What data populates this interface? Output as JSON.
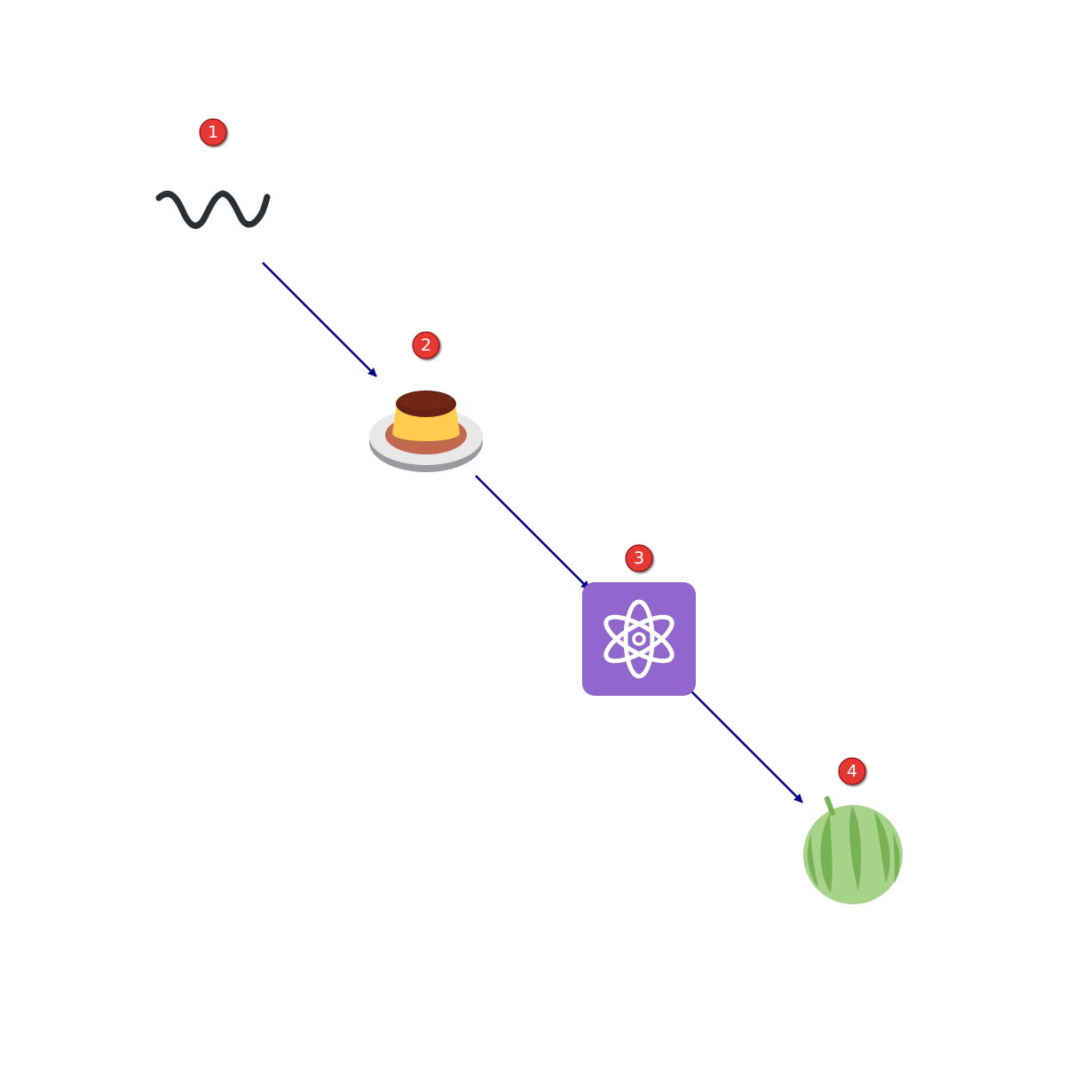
{
  "diagram": {
    "type": "flow",
    "steps": [
      {
        "number": "1",
        "icon": "wavy-dash-icon"
      },
      {
        "number": "2",
        "icon": "custard-flan-icon"
      },
      {
        "number": "3",
        "icon": "atom-symbol-icon"
      },
      {
        "number": "4",
        "icon": "melon-icon"
      }
    ],
    "connections": [
      {
        "from": "1",
        "to": "2"
      },
      {
        "from": "2",
        "to": "3"
      },
      {
        "from": "3",
        "to": "4"
      }
    ]
  },
  "colors": {
    "arrow": "#00008b",
    "badge": "#e53935",
    "badge_text": "#ffffff",
    "wavy_dash": "#2b2f33",
    "atom_background": "#9266cc",
    "custard": "#ffcc4d",
    "caramel": "#662113",
    "melon": "#a6d388",
    "melon_stripes": "#77b255"
  }
}
